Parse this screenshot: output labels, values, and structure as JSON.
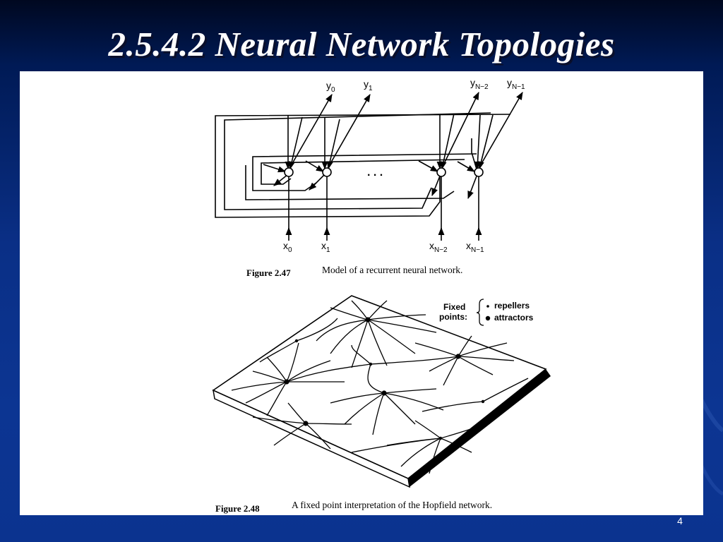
{
  "slide": {
    "title": "2.5.4.2 Neural Network Topologies",
    "page_number": "4"
  },
  "figure_247": {
    "caption_number": "Figure 2.47",
    "caption_text": "Model of a recurrent neural network.",
    "outputs": [
      {
        "base": "y",
        "sub": "0"
      },
      {
        "base": "y",
        "sub": "1"
      },
      {
        "base": "y",
        "sub": "N−2"
      },
      {
        "base": "y",
        "sub": "N−1"
      }
    ],
    "inputs": [
      {
        "base": "x",
        "sub": "0"
      },
      {
        "base": "x",
        "sub": "1"
      },
      {
        "base": "x",
        "sub": "N−2"
      },
      {
        "base": "x",
        "sub": "N−1"
      }
    ],
    "ellipsis": ". . ."
  },
  "figure_248": {
    "caption_number": "Figure 2.48",
    "caption_text": "A fixed point interpretation of the Hopfield network.",
    "legend_title_line1": "Fixed",
    "legend_title_line2": "points:",
    "legend_items": [
      "repellers",
      "attractors"
    ]
  }
}
